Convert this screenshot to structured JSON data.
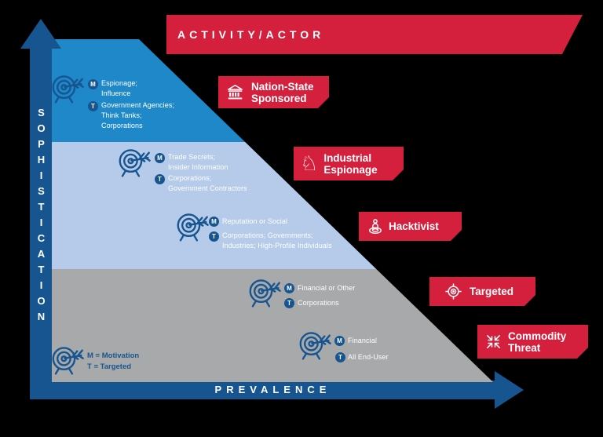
{
  "colors": {
    "background": "#000000",
    "axis_navy": "#175590",
    "band_top_blue": "#1e88c8",
    "band_mid_blue": "#b5cbe9",
    "band_bottom_gray": "#a8a9ab",
    "ribbon_red": "#d5203d",
    "text_white": "#ffffff"
  },
  "banner": {
    "label": "ACTIVITY/ACTOR"
  },
  "axes": {
    "y": {
      "label": "SOPHISTICATION"
    },
    "x": {
      "label": "PREVALENCE"
    }
  },
  "badge_labels": {
    "motivation": "M",
    "target": "T"
  },
  "legend": {
    "icon": "target-arrow-icon",
    "lines": [
      "M = Motivation",
      "T = Targeted"
    ]
  },
  "tiers": [
    {
      "name": "Nation-State Sponsored",
      "ribbon": {
        "icon": "government-building-icon",
        "lines": [
          "Nation-State",
          "Sponsored"
        ]
      },
      "motivation_lines": [
        "Espionage;",
        "Influence"
      ],
      "target_lines": [
        "Government Agencies;",
        "Think Tanks;",
        "Corporations"
      ]
    },
    {
      "name": "Industrial Espionage",
      "ribbon": {
        "icon": "chess-knight-icon",
        "glyph": "♘",
        "lines": [
          "Industrial",
          "Espionage"
        ]
      },
      "motivation_lines": [
        "Trade Secrets;",
        "Insider Information"
      ],
      "target_lines": [
        "Corporations;",
        "Government Contractors"
      ]
    },
    {
      "name": "Hacktivist",
      "ribbon": {
        "icon": "person-icon",
        "lines": [
          "Hacktivist"
        ]
      },
      "motivation_lines": [
        "Reputation or Social"
      ],
      "target_lines": [
        "Corporations; Governments;",
        "Industries; High-Profile Individuals"
      ]
    },
    {
      "name": "Targeted",
      "ribbon": {
        "icon": "crosshair-icon",
        "lines": [
          "Targeted"
        ]
      },
      "motivation_lines": [
        "Financial or Other"
      ],
      "target_lines": [
        "Corporations"
      ]
    },
    {
      "name": "Commodity Threat",
      "ribbon": {
        "icon": "converging-arrows-icon",
        "lines": [
          "Commodity",
          "Threat"
        ]
      },
      "motivation_lines": [
        "Financial"
      ],
      "target_lines": [
        "All End-User"
      ]
    }
  ]
}
